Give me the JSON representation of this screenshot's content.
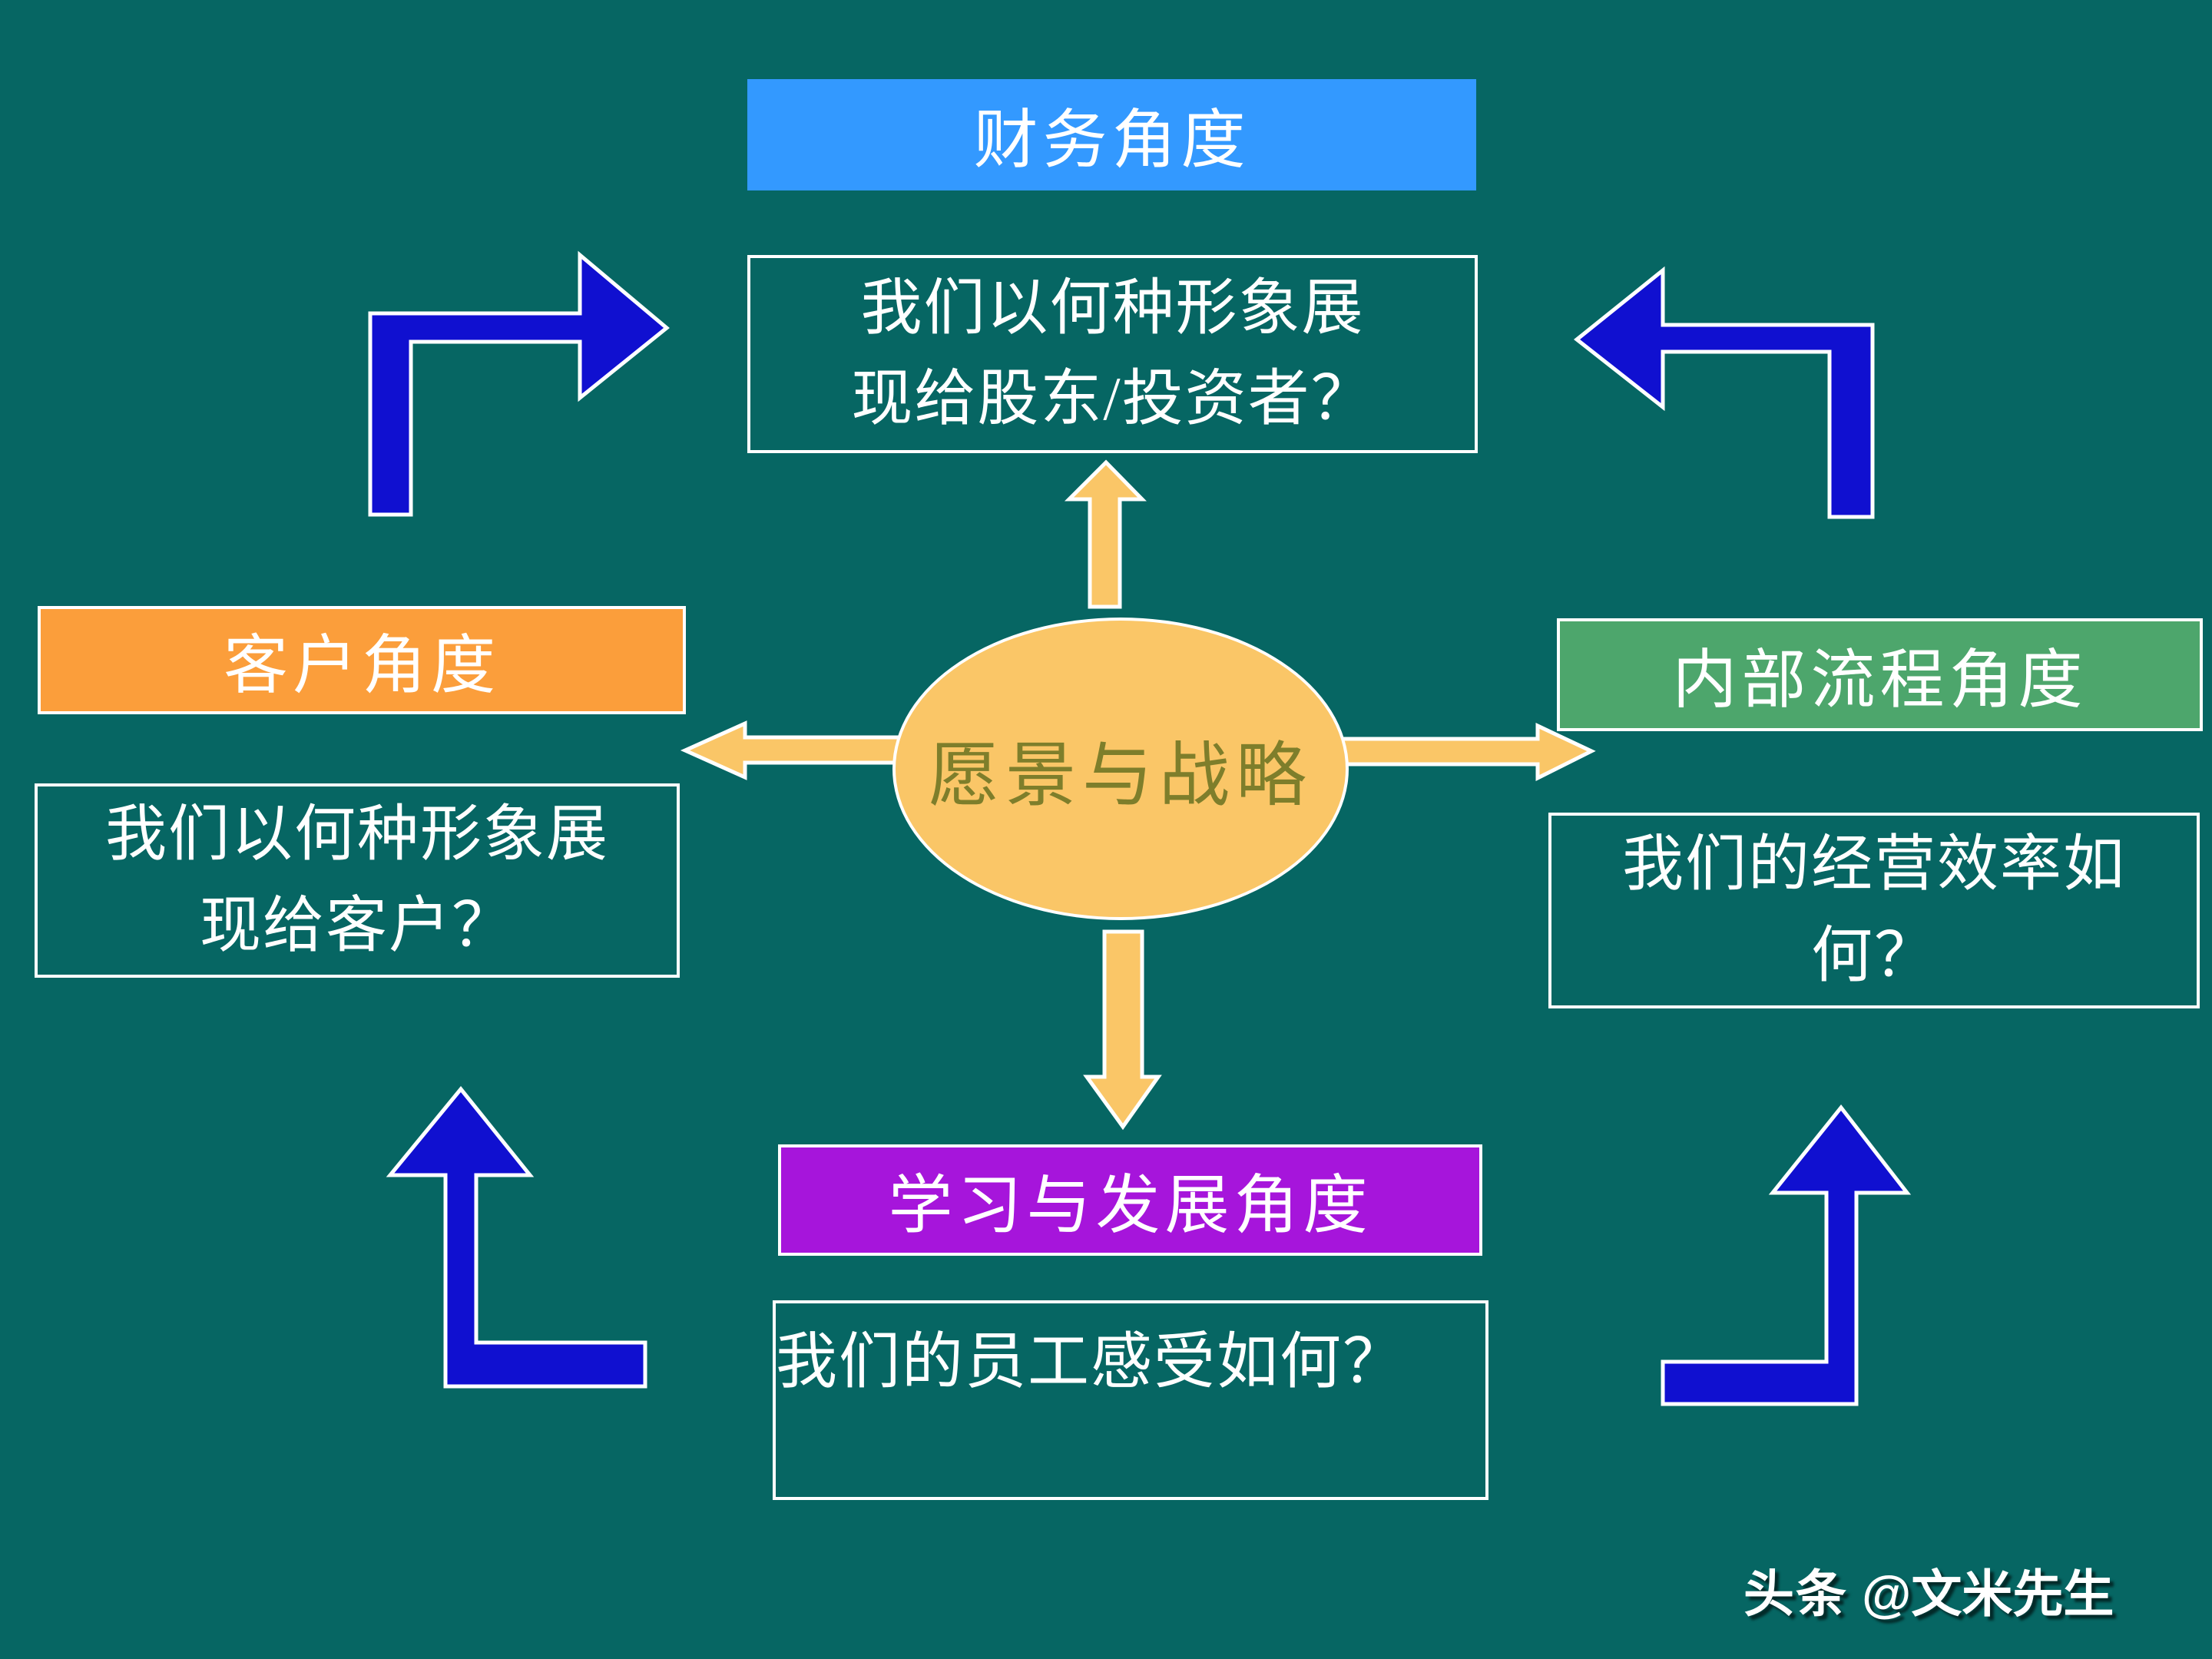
{
  "slide": {
    "background": "#066663",
    "border_white": "#ffffff"
  },
  "colors": {
    "arrow_blue": "#1010D0",
    "arrow_gold": "#FAC667",
    "white": "#ffffff"
  },
  "center": {
    "label": "愿景与战略",
    "fill": "#FAC667",
    "text_color": "#7E7E2B"
  },
  "perspectives": {
    "financial": {
      "label": "财务角度",
      "color": "#3399FF",
      "question_line1": "我们以何种形象展",
      "question_line2": "现给股东/投资者？"
    },
    "customer": {
      "label": "客户角度",
      "color": "#FB9E3B",
      "question_line1": "我们以何种形象展",
      "question_line2": "现给客户？"
    },
    "internal": {
      "label": "内部流程角度",
      "color": "#4DA66C",
      "question_line1": "我们的经营效率如",
      "question_line2": "何？"
    },
    "learning": {
      "label": "学习与发展角度",
      "color": "#A615DB",
      "question": "我们的员工感受如何？"
    }
  },
  "watermark": {
    "brand": "头条",
    "handle": "@文米先生"
  }
}
